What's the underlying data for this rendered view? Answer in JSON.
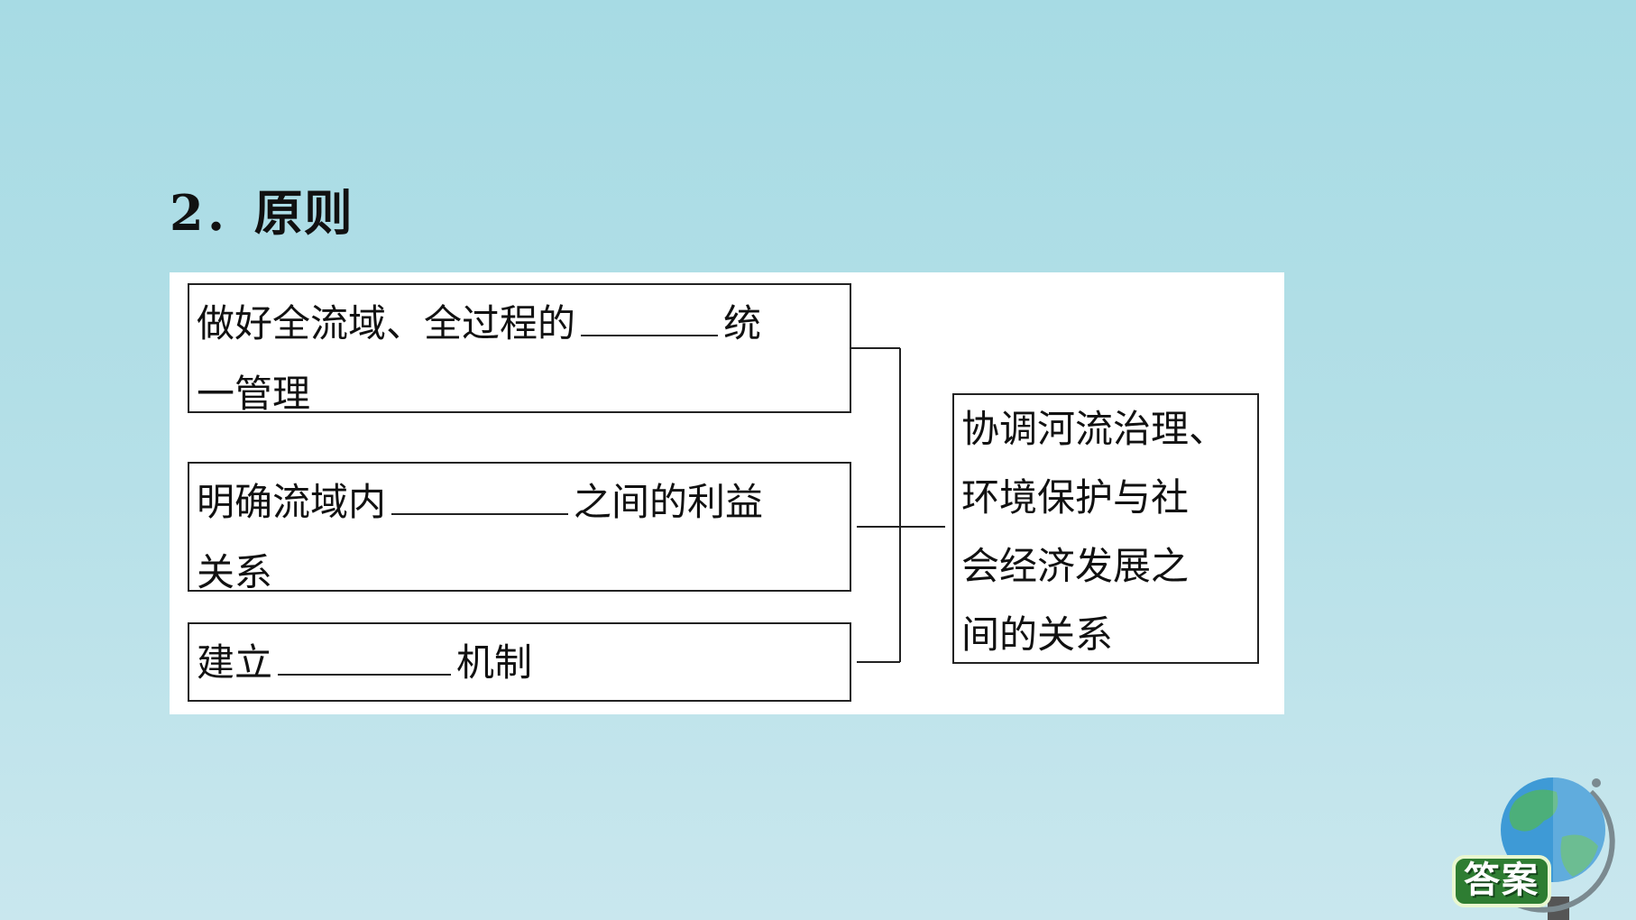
{
  "heading": "2．原则",
  "diagram": {
    "left_items": [
      {
        "line1_pre": "做好全流域、全过程的",
        "line1_post": "统",
        "line2": "一管理"
      },
      {
        "line1_pre": "明确流域内",
        "line1_post": "之间的利益",
        "line2": "关系"
      },
      {
        "line1_pre": "建立",
        "line1_post": "机制"
      }
    ],
    "result_lines": [
      "协调河流治理、",
      "环境保护与社",
      "会经济发展之",
      "间的关系"
    ]
  },
  "answer_button": "答案",
  "colors": {
    "background": "#a7dbe4",
    "badge": "#2e7d32",
    "globe_water": "#3e9ad6",
    "globe_land": "#4caf7a"
  }
}
